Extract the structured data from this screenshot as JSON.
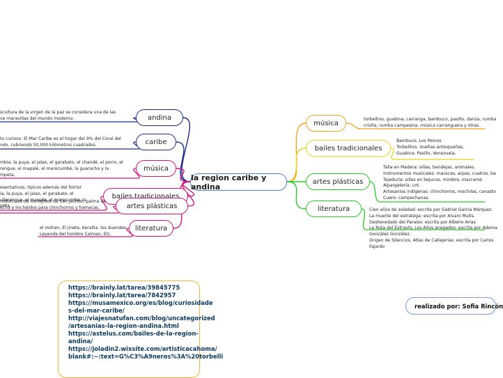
{
  "central": {
    "title": "la region caribe y andina"
  },
  "colors": {
    "navy": "#1d2b8f",
    "magenta": "#d2147f",
    "orange": "#f5a01f",
    "yellow": "#e8d41a",
    "green": "#27c927",
    "center_border": "#4f7fc8",
    "links_border": "#f2b23a",
    "link_text": "#0c3a5c"
  },
  "left_branches": [
    {
      "label": "andina",
      "leaf": [
        "scultura de la virgen de la paz se considera una de las",
        "ve maravillas del mundo moderno."
      ]
    },
    {
      "label": "caribe",
      "leaf": [
        "to curioso: El Mar Caribe es el hogar del 9% del Coral del",
        "ndo, cubriendo 50,000 kilómetros cuadrados."
      ]
    },
    {
      "label": "música",
      "leaf": [
        "mbia, la puya, el jalao, el garabato, el chandé, el porro, el",
        "rengue, el mapalé, el merecumbé, la guaracha y la",
        "mpeta,"
      ]
    },
    {
      "label": "bailes tradicionales",
      "leaf": [
        "esentativos, típicos además del folclor",
        "ia, la puya, el jalao, el garabato, el",
        "ullerengue, el mapalé, el merecumbé, la",
        "peta,"
      ]
    },
    {
      "label": "artes plásticas",
      "leaf": [
        "roductivas de los tejidos de San Jacinto, palma de",
        "echa y los tejidos para chinchorros y hamacas."
      ]
    },
    {
      "label": "literatura",
      "leaf": [
        "el mohan, El jinete, Kerallia. los duendes",
        "Leyenda del hombre Caiman, Etc."
      ]
    }
  ],
  "right_branches": [
    {
      "label": "música",
      "leaf": [
        "torbellino, guabina, carranga, bambuco, pasillo, danza, rumba",
        "criolla, rumba campesina, música carranguera y otras."
      ]
    },
    {
      "label": "bailes tradicionales",
      "leaf": [
        "Bambuco, Los Monos",
        "Torbellino, Vueltas antioqueñas,",
        "Guabina, Pasillo, Venezuela,"
      ]
    },
    {
      "label": "artes plásticas",
      "leaf": [
        "Talla en Madera: sillas, bandejas, animales.",
        "Instrumentos musicales: maracas, arpas, cuatros, ba",
        "Tejeduría: sillas en bejucos, mimbre, macramé",
        "Alpargatería: cot.",
        "Artesanías indígenas: chinchorros, mochilas, canasto",
        "Cuero: campechanas."
      ]
    },
    {
      "label": "literatura",
      "leaf": [
        "Cien años de soledad: escrita por Gabriel García Márquez.",
        "La muerte del estratega: escrita por Alvaro Mutis.",
        "Desheredado del Paraíso: escrita por Albeiro Arias",
        "La Ruta del Extravío, Los Años anegados: escrita por Adema",
        "González González.",
        "Origen de Silencios, Atlas de Callejerías: escrita por Carlos",
        "Fajardo"
      ]
    }
  ],
  "links": [
    "https://brainly.lat/tarea/39845775",
    "https://brainly.lat/tarea/7842957",
    "https://musamexico.org/es/blog/curiosidade",
    "s-del-mar-caribe/",
    "http://viajesnatufan.com/blog/uncategorized",
    "/artesanias-la-region-andina.html",
    "https://astelus.com/bailes-de-la-region-",
    "andina/",
    "https://joladin2.wixsite.com/artisticacahoma/",
    "blank#:~:text=G%C3%A9neros%3A%20torbelli"
  ],
  "author": "realizado por: Sofia Rincón"
}
